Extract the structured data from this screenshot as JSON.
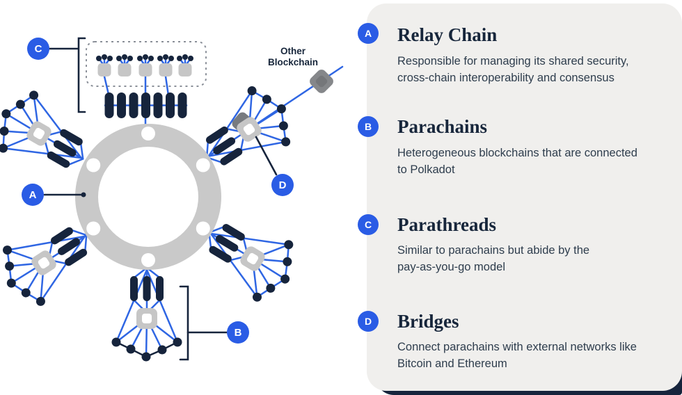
{
  "diagram": {
    "badges": {
      "a": "A",
      "b": "B",
      "c": "C",
      "d": "D"
    },
    "other_blockchain": {
      "line1": "Other",
      "line2": "Blockchain"
    }
  },
  "legend": {
    "items": [
      {
        "badge": "A",
        "title": "Relay Chain",
        "description_lines": [
          "Responsible for managing its shared security,",
          "cross-chain interoperability and consensus"
        ]
      },
      {
        "badge": "B",
        "title": "Parachains",
        "description_lines": [
          "Heterogeneous blockchains that are connected",
          "to Polkadot"
        ]
      },
      {
        "badge": "C",
        "title": "Parathreads",
        "description_lines": [
          "Similar to parachains but abide by the",
          "pay-as-you-go model"
        ]
      },
      {
        "badge": "D",
        "title": "Bridges",
        "description_lines": [
          "Connect parachains with external networks like",
          "Bitcoin and Ethereum"
        ]
      }
    ]
  },
  "colors": {
    "accent_blue": "#2a5ce5",
    "line_blue": "#2f66e3",
    "navy": "#16243c",
    "ring_gray": "#c9c9c9",
    "node_gray": "#c6c6c6",
    "bridge_gray": "#85878a",
    "panel_bg": "#f0efed"
  }
}
